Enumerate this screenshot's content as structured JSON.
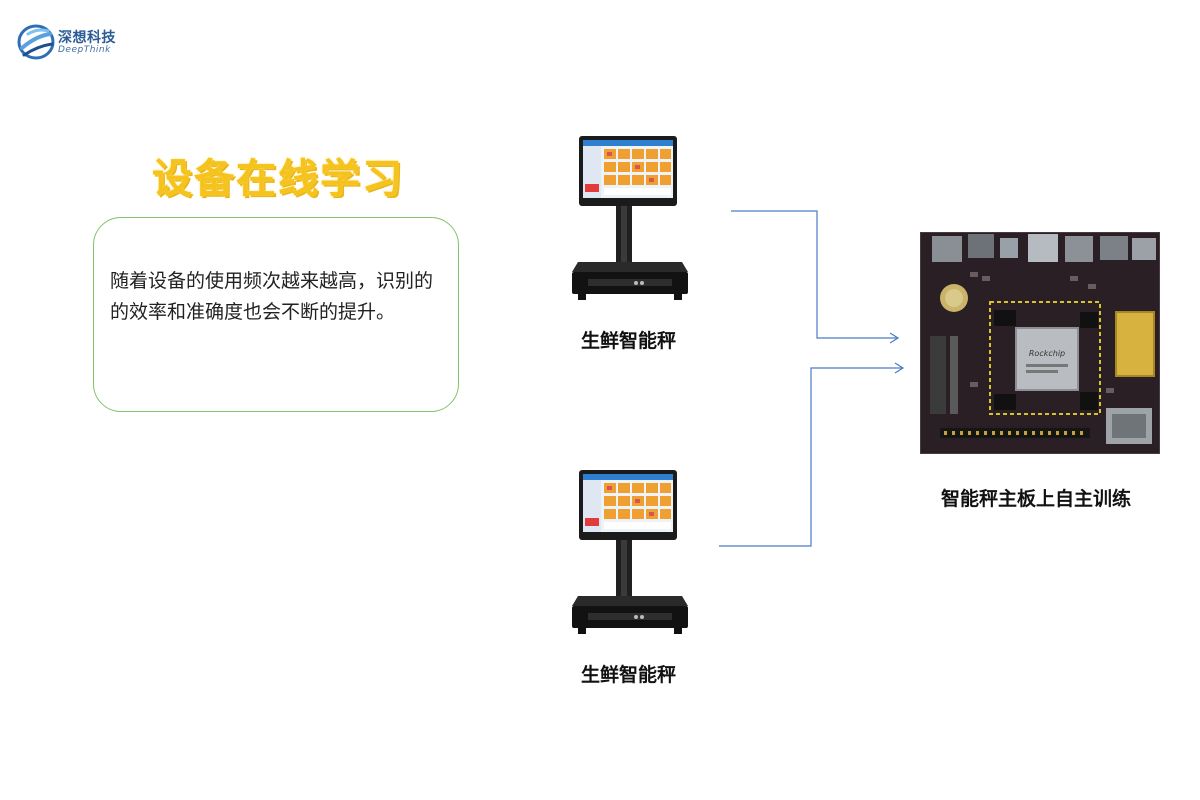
{
  "logo": {
    "name_cn": "深想科技",
    "name_en": "DeepThink"
  },
  "title": "设备在线学习",
  "description": "随着设备的使用频次越来越高，识别的的效率和准确度也会不断的提升。",
  "devices": [
    {
      "caption": "生鲜智能秤"
    },
    {
      "caption": "生鲜智能秤"
    }
  ],
  "mainboard": {
    "caption": "智能秤主板上自主训练",
    "chip_label": "Rockchip"
  },
  "colors": {
    "title": "#f6c31c",
    "box_border": "#84c26b",
    "connector": "#4a7cc4"
  }
}
